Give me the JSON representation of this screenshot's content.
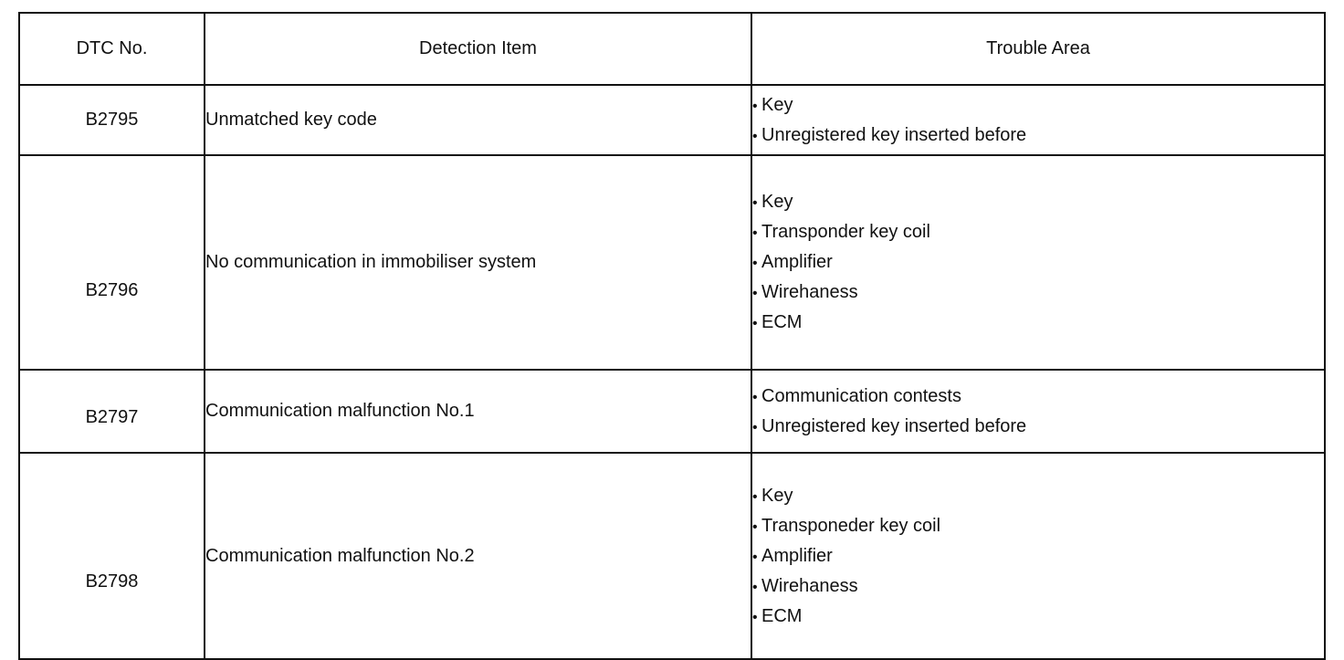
{
  "table": {
    "headers": [
      "DTC No.",
      "Detection Item",
      "Trouble Area"
    ],
    "rows": [
      {
        "dtc": "B2795",
        "detection": "Unmatched key code",
        "areas": [
          "Key",
          "Unregistered key inserted before"
        ]
      },
      {
        "dtc": "B2796",
        "detection": "No communication in immobiliser system",
        "areas": [
          "Key",
          "Transponder key coil",
          "Amplifier",
          "Wirehaness",
          "ECM"
        ]
      },
      {
        "dtc": "B2797",
        "detection": "Communication malfunction No.1",
        "areas": [
          "Communication contests",
          "Unregistered key inserted before"
        ]
      },
      {
        "dtc": "B2798",
        "detection": "Communication malfunction No.2",
        "areas": [
          "Key",
          "Transponeder key coil",
          "Amplifier",
          "Wirehaness",
          "ECM"
        ]
      }
    ]
  },
  "bullet_glyph": "•"
}
